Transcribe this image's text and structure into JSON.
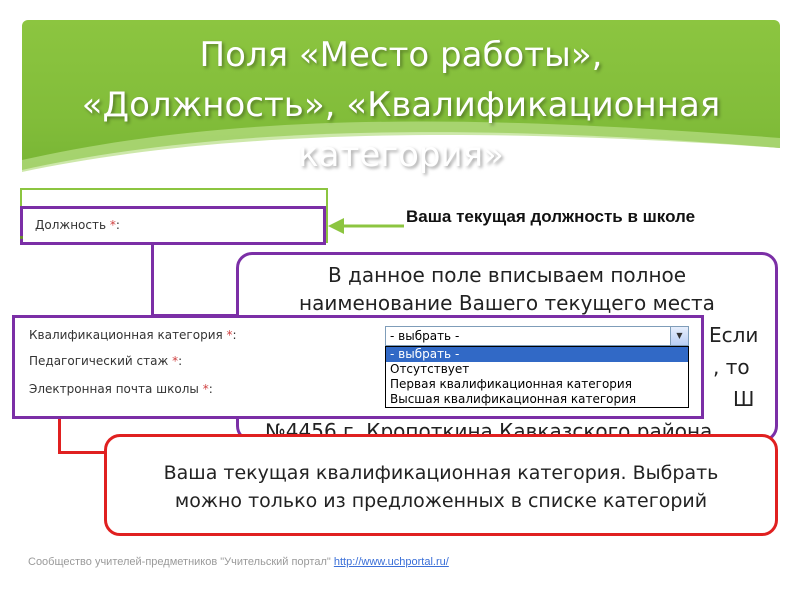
{
  "slide": {
    "title": "Поля «Место работы», «Должность», «Квалификационная категория»",
    "title_lines": [
      "Поля «Место работы»,",
      "«Должность», «Квалификационная",
      "категория»"
    ],
    "accent_color": "#8cc540",
    "frame_color": "#7b2fa6",
    "alert_color": "#e02020"
  },
  "form": {
    "position_label": "Должность",
    "required_mark": "*",
    "suffix": ":",
    "rows": [
      {
        "label": "Квалификационная категория",
        "required": "*",
        "suffix": ":"
      },
      {
        "label": "Педагогический стаж",
        "required": "*",
        "suffix": ":"
      },
      {
        "label": "Электронная почта школы",
        "required": "*",
        "suffix": ":"
      }
    ],
    "category_select": {
      "selected": "- выбрать -",
      "options": [
        "- выбрать -",
        "Отсутствует",
        "Первая квалификационная категория",
        "Высшая квалификационная категория"
      ]
    }
  },
  "callouts": {
    "position_hint": "Ваша текущая должность  в школе",
    "workplace_hint_lines": [
      "В данное поле вписываем полное",
      "наименование Вашего текущего места",
      "Если",
      ", то",
      "Ш",
      "№4456 г. Кропоткина Кавказского района"
    ],
    "category_hint_lines": [
      "Ваша текущая квалификационная категория. Выбрать",
      "можно только из предложенных в списке категорий"
    ]
  },
  "footer": {
    "text": "Сообщество учителей-предметников \"Учительский портал\"",
    "link": "http://www.uchportal.ru/"
  }
}
